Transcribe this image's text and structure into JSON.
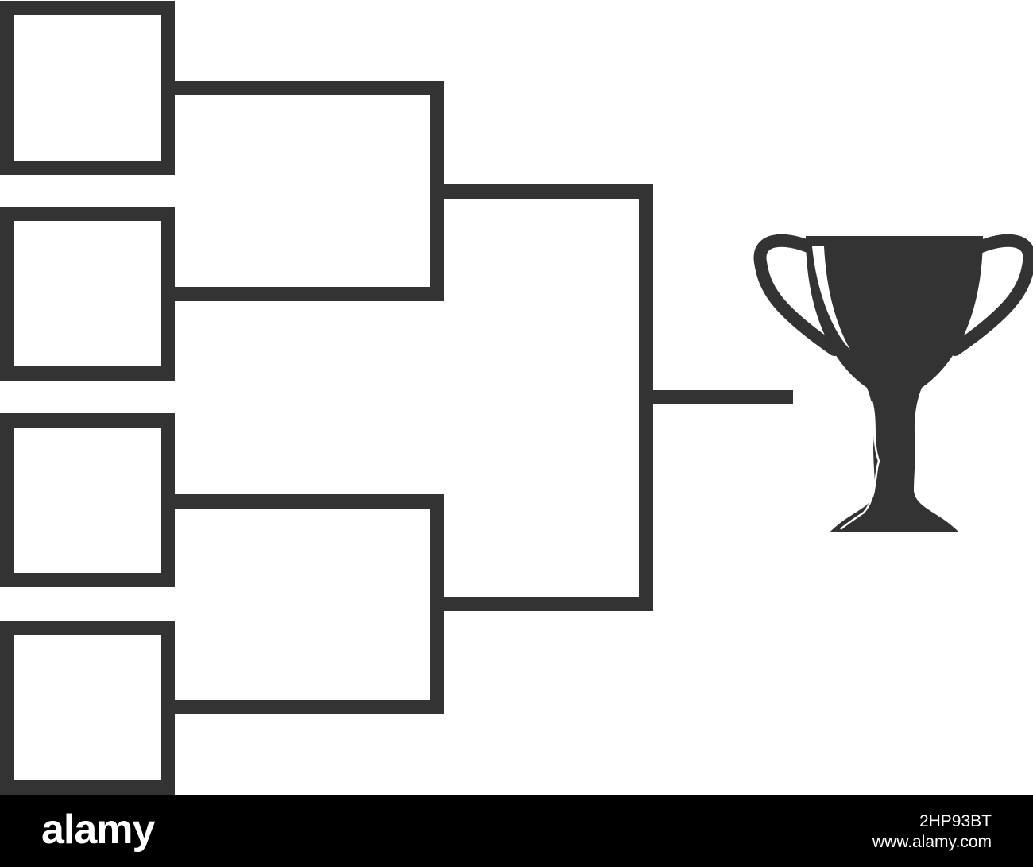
{
  "colors": {
    "line": "#333333",
    "background": "#ffffff",
    "footer": "#000000",
    "footer_text": "#ffffff"
  },
  "bracket": {
    "entrant_slots": 4,
    "rounds": [
      "first-round",
      "final",
      "champion"
    ],
    "trophy_icon": "trophy-cup-icon"
  },
  "watermark": {
    "logo": "alamy",
    "image_id": "2HP93BT",
    "site": "www.alamy.com"
  }
}
